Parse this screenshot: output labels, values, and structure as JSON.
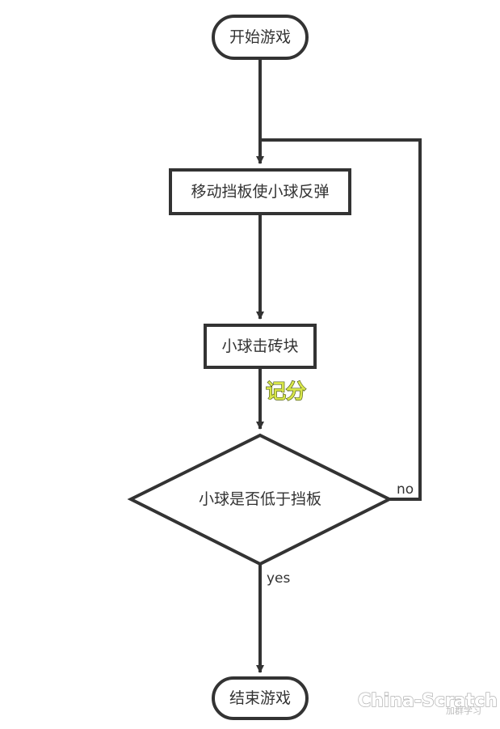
{
  "nodes": {
    "start": "开始游戏",
    "move": "移动挡板使小球反弹",
    "hit": "小球击砖块",
    "decision": "小球是否低于挡板",
    "end": "结束游戏"
  },
  "edges": {
    "no_label": "no",
    "yes_label": "yes"
  },
  "annotation": {
    "score": "记分"
  },
  "watermark": {
    "brand": "China-Scratch",
    "sub": "加群学习"
  },
  "colors": {
    "stroke": "#333333",
    "note_fill": "#d7e54a",
    "background": "#ffffff"
  }
}
